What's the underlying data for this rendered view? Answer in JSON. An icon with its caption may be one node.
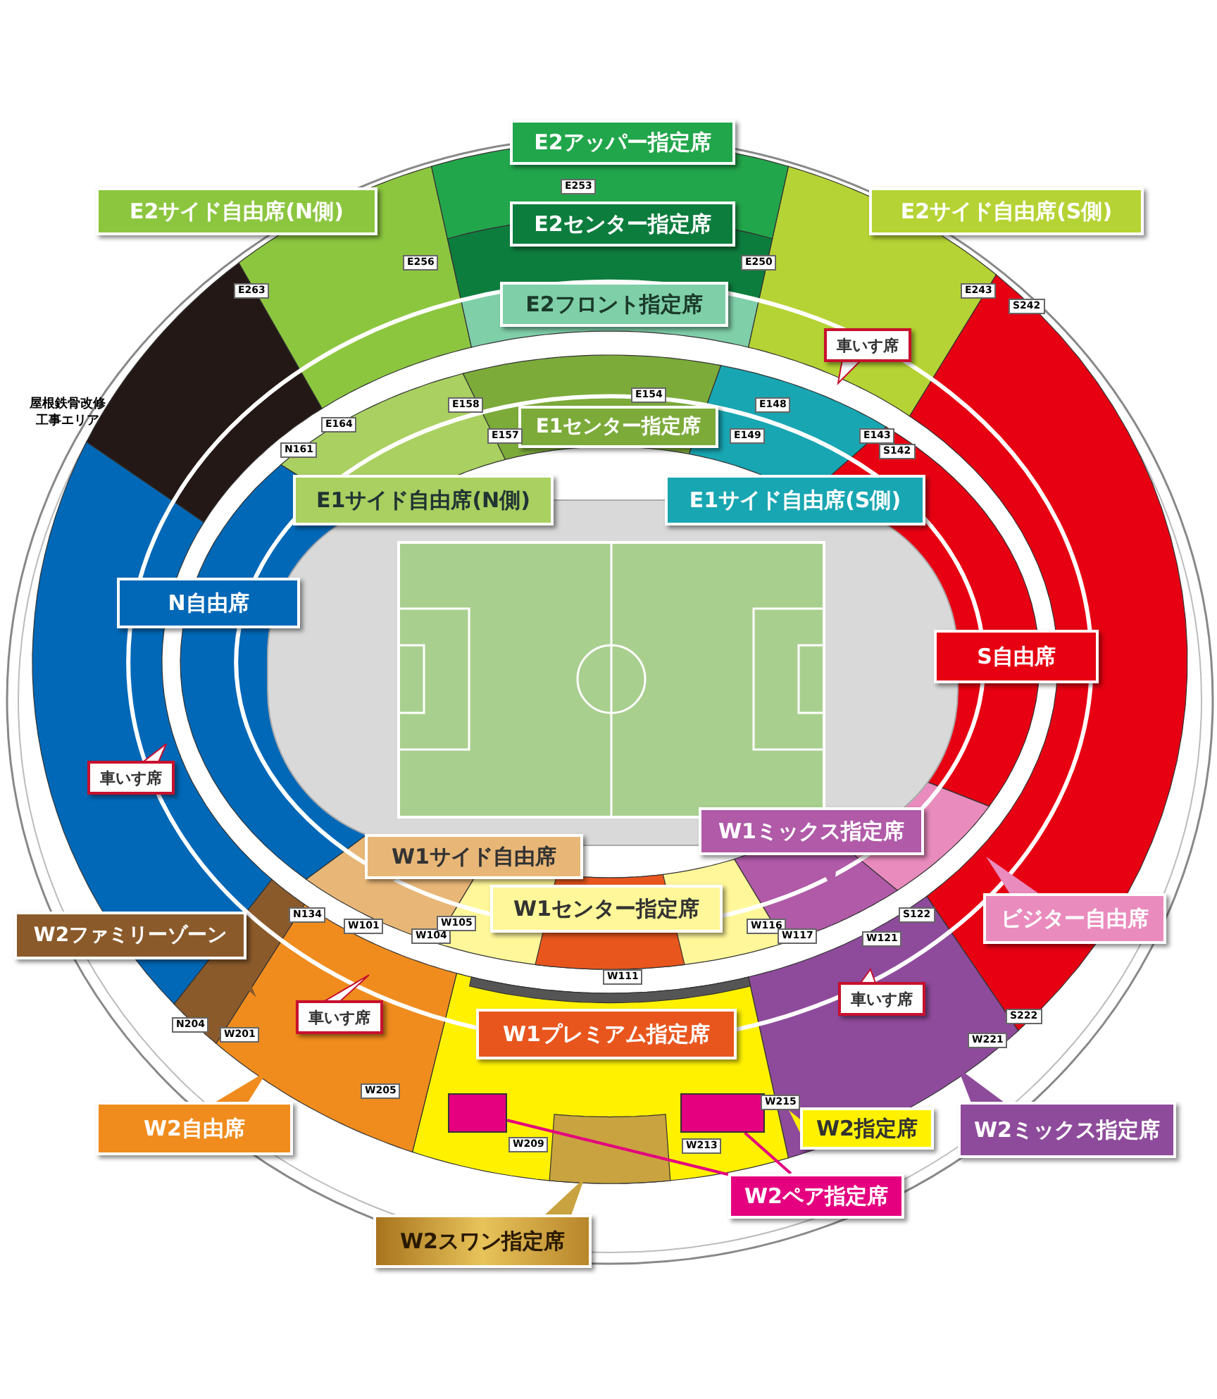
{
  "diagram": {
    "nodes": [
      {
        "text": [
          "E2アッパー指定席"
        ]
      },
      {
        "text": [
          "E2サイド自由席(N側)"
        ]
      },
      {
        "text": [
          "E2センター指定席"
        ]
      },
      {
        "text": [
          "E2サイド自由席(S側)"
        ]
      },
      {
        "text": [
          "E2フロント指定席"
        ]
      },
      {
        "text": [
          "車いす席"
        ]
      },
      {
        "text": [
          "E1センター指定席"
        ]
      },
      {
        "text": [
          "E1サイド自由席(N側)"
        ]
      },
      {
        "text": [
          "E1サイド自由席(S側)"
        ]
      },
      {
        "text": [
          "N自由席"
        ]
      },
      {
        "text": [
          "S自由席"
        ]
      },
      {
        "text": [
          "車いす席"
        ]
      },
      {
        "text": [
          "W1ミックス指定席"
        ]
      },
      {
        "text": [
          "W1サイド自由席"
        ]
      },
      {
        "text": [
          "ビジター自由席"
        ]
      },
      {
        "text": [
          "W2ファミリーゾーン"
        ]
      },
      {
        "text": [
          "W1センター指定席"
        ]
      },
      {
        "text": [
          "車いす席"
        ]
      },
      {
        "text": [
          "車いす席"
        ]
      },
      {
        "text": [
          "W1プレミアム指定席"
        ]
      },
      {
        "text": [
          "W2自由席"
        ]
      },
      {
        "text": [
          "W2ミックス指定席"
        ]
      },
      {
        "text": [
          "W2指定席"
        ]
      },
      {
        "text": [
          "W2ペア指定席"
        ]
      },
      {
        "text": [
          "W2スワン指定席"
        ]
      },
      {
        "text": [],
        "shape": "box"
      },
      {
        "text": [],
        "shape": "box"
      }
    ],
    "edges": [
      {
        "from": 23,
        "to": 25,
        "arrow": "none"
      },
      {
        "from": 23,
        "to": 26,
        "arrow": "none"
      }
    ],
    "labels": [
      "屋根鉄骨改修工事エリア",
      "E253",
      "E256",
      "E250",
      "E263",
      "E243",
      "S242",
      "E158",
      "E154",
      "E148",
      "E164",
      "N161",
      "E157",
      "E149",
      "E143",
      "S142",
      "N134",
      "W101",
      "W104",
      "W105",
      "W116",
      "W117",
      "W121",
      "S122",
      "W111",
      "N204",
      "W201",
      "W205",
      "W209",
      "W213",
      "W215",
      "W221",
      "S222"
    ]
  }
}
